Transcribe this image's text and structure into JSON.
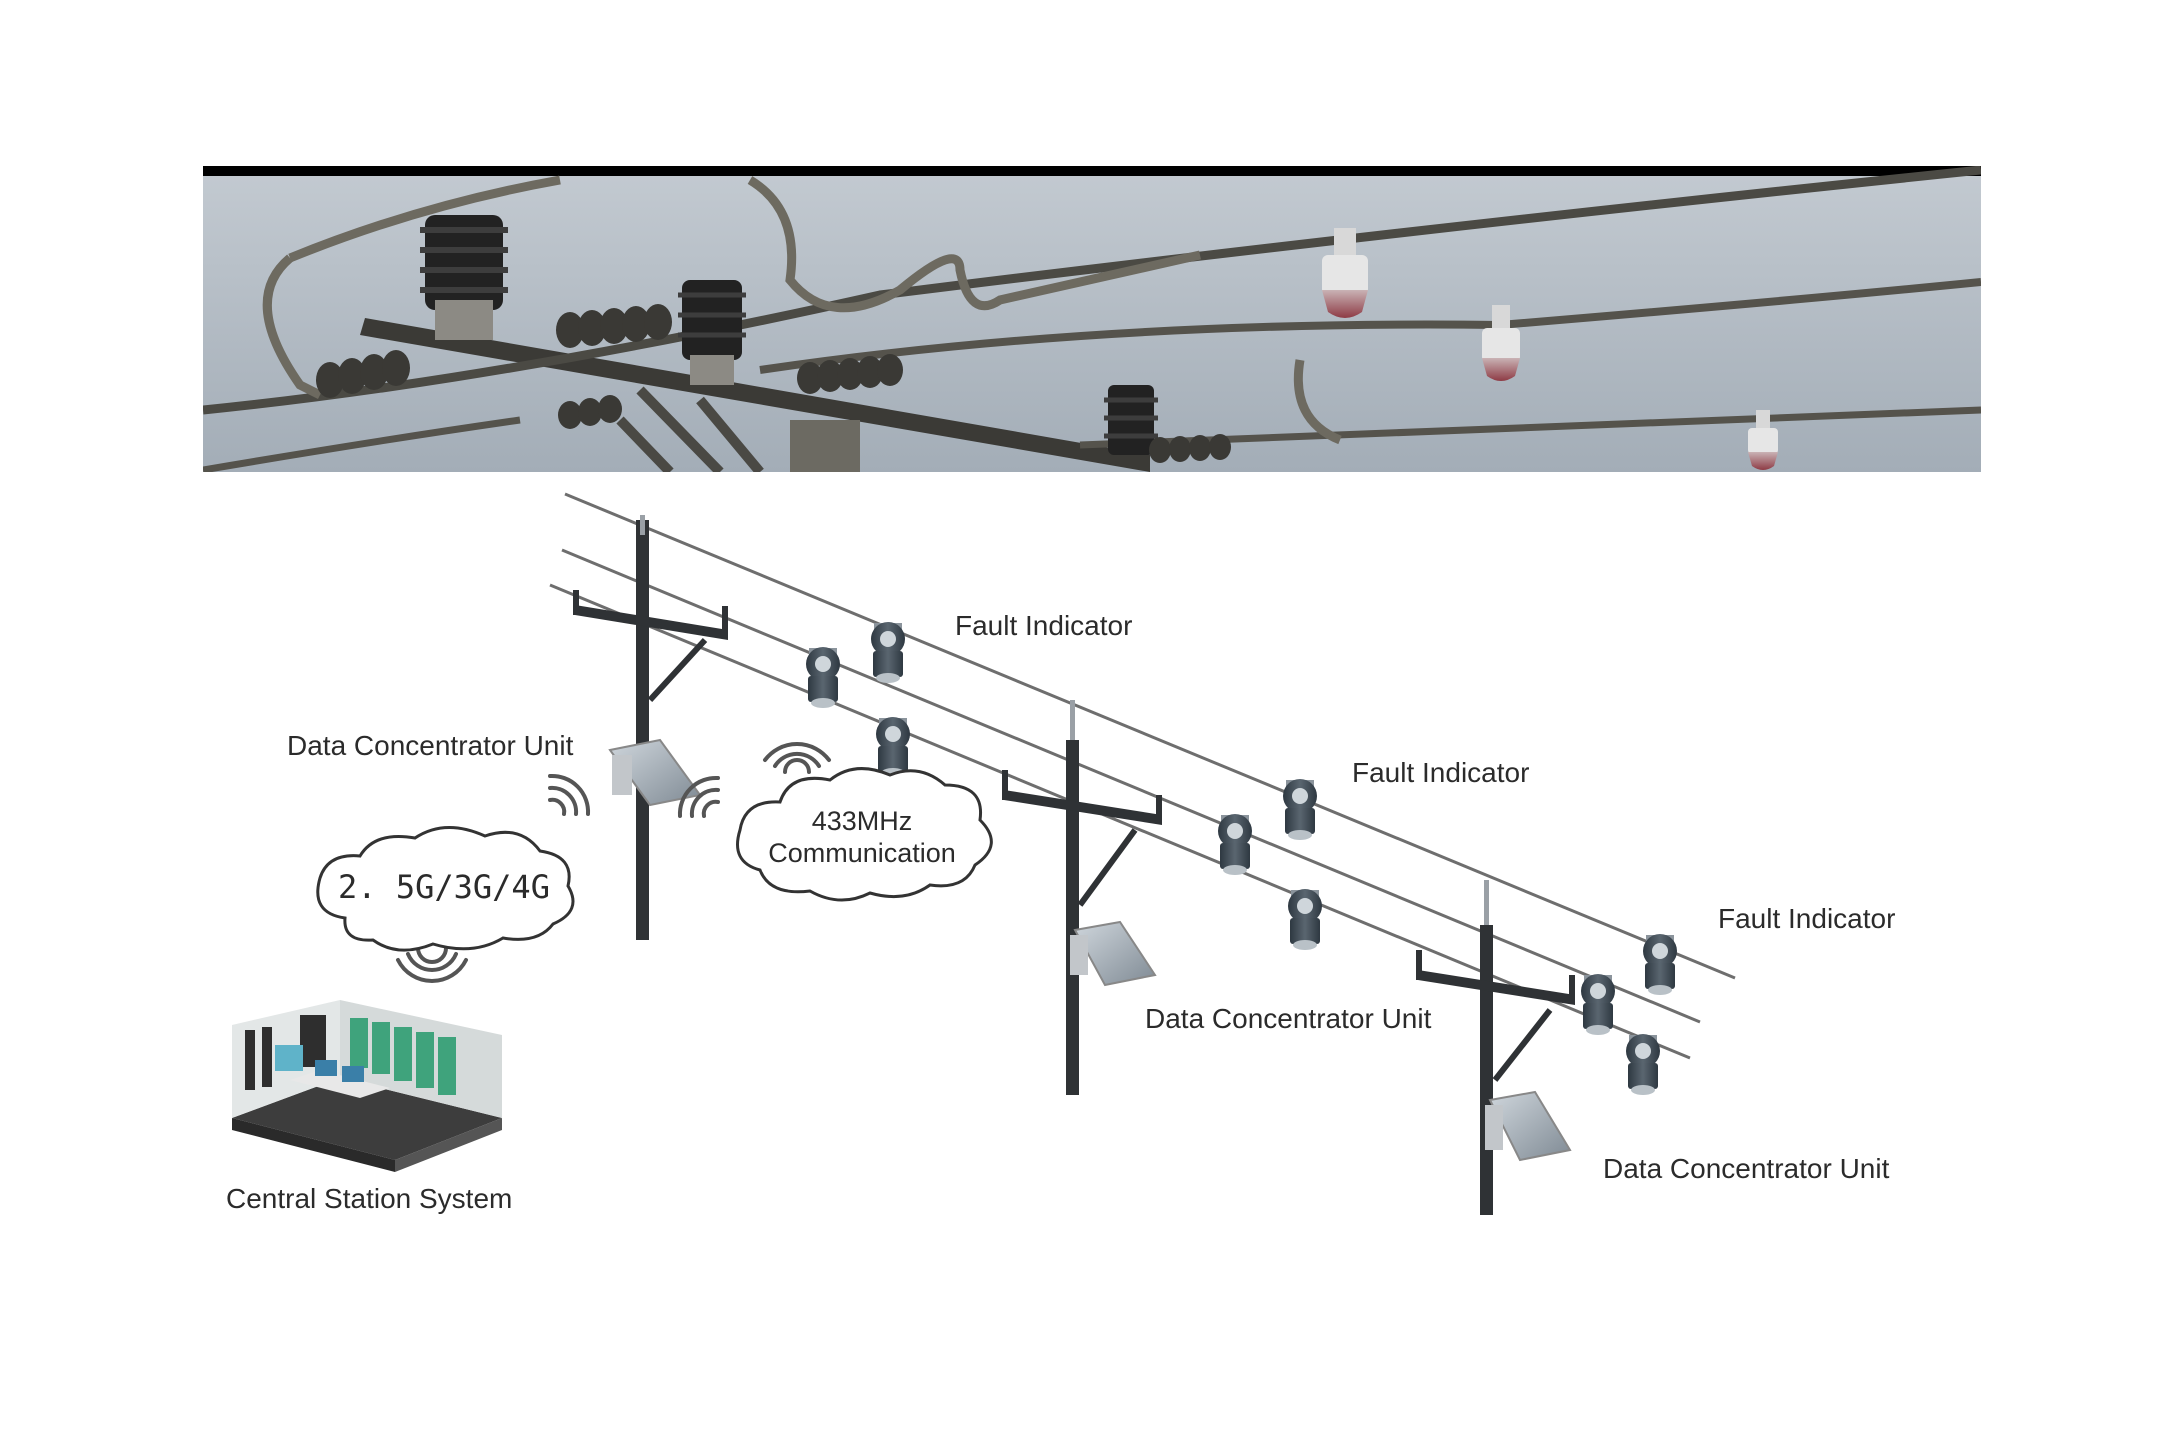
{
  "photo": {
    "sky_color": "#a9b2bb",
    "sky_top_color": "#c3cad1",
    "frame_color": "#000000",
    "conductor_color": "#4b4a44",
    "insulator_color": "#2a2a2a",
    "indicator_icon": "fault-indicator-icon"
  },
  "diagram": {
    "labels": {
      "fault_indicator_1": "Fault Indicator",
      "fault_indicator_2": "Fault Indicator",
      "fault_indicator_3": "Fault Indicator",
      "dcu_1": "Data Concentrator Unit",
      "dcu_2": "Data Concentrator Unit",
      "dcu_3": "Data Concentrator Unit",
      "central_station": "Central Station System"
    },
    "clouds": {
      "rf_line1": "433MHz",
      "rf_line2": "Communication",
      "cellular": "2. 5G/3G/4G"
    },
    "colors": {
      "pole": "#2f3235",
      "line": "#6e6e6e",
      "indicator": "#3d4852",
      "text": "#2b2b2b",
      "room_floor": "#4a4a4a",
      "room_wall": "#e9ecec",
      "server_rack": "#3fa37c"
    },
    "icons": [
      "pole-icon",
      "solar-panel-icon",
      "wifi-signal-icon",
      "cloud-icon",
      "control-room-icon"
    ]
  }
}
